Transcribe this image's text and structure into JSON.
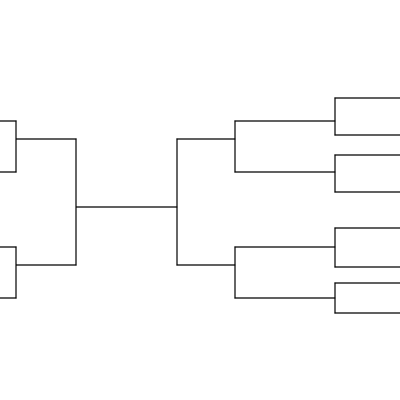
{
  "diagram": {
    "type": "tree-bracket",
    "line_color": "#000000",
    "background": "#ffffff",
    "root": {
      "children": [
        {
          "side": "left",
          "children": [
            {
              "children": [
                {},
                {}
              ]
            },
            {
              "children": [
                {},
                {}
              ]
            }
          ]
        },
        {
          "side": "right",
          "children": [
            {
              "children": [
                {
                  "children": [
                    {},
                    {}
                  ]
                },
                {
                  "children": [
                    {},
                    {}
                  ]
                }
              ]
            },
            {
              "children": [
                {
                  "children": [
                    {},
                    {}
                  ]
                },
                {
                  "children": [
                    {},
                    {}
                  ]
                }
              ]
            }
          ]
        }
      ]
    }
  }
}
